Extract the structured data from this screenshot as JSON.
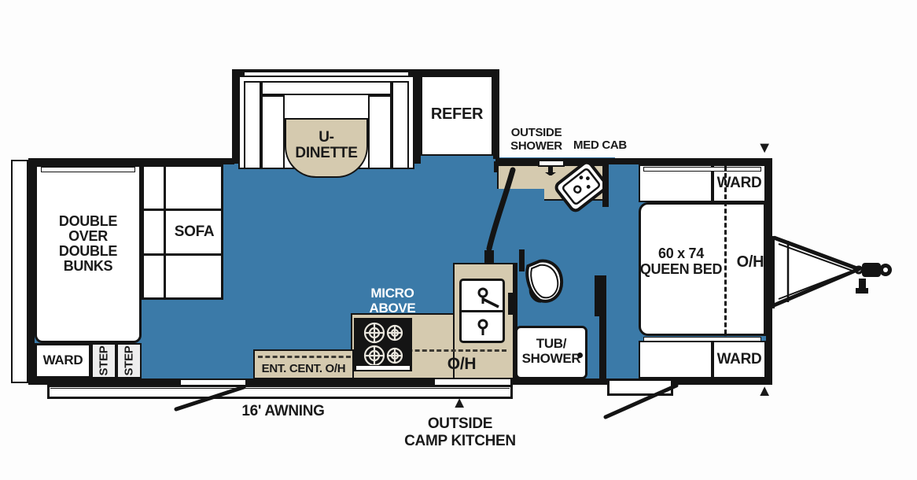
{
  "diagram": {
    "type": "rv-travel-trailer-floorplan",
    "orientation": "front-right (hitch at right), rear-left",
    "colors": {
      "living_area_blue": "#3b7aa8",
      "cabinet_tan": "#d5caaf",
      "furniture_white": "#ffffff",
      "wall_black": "#141414",
      "micro_label_white": "#ffffff",
      "page_background": "#fdfdfd"
    }
  },
  "rooms": {
    "bunks": "DOUBLE\nOVER\nDOUBLE\nBUNKS",
    "sofa": "SOFA",
    "dinette": "U-\nDINETTE",
    "refer": "REFER",
    "ward_rear": "WARD",
    "step_1": "STEP",
    "step_2": "STEP",
    "ent_cent": "ENT. CENT. O/H",
    "galley_oh": "O/H",
    "micro_above": "MICRO\nABOVE",
    "tub_shower": "TUB/\nSHOWER",
    "outside_shower": "OUTSIDE\nSHOWER",
    "med_cab": "MED CAB",
    "queen_bed": "60 x 74\nQUEEN BED",
    "bedroom_oh": "O/H",
    "ward_front_top": "WARD",
    "ward_front_bottom": "WARD"
  },
  "callouts": {
    "awning": "16' AWNING",
    "camp_kitchen": "OUTSIDE\nCAMP KITCHEN"
  },
  "markers": {
    "vent_top_right": "▼",
    "vent_bottom_right": "▲",
    "camp_kitchen_arrow": "▲"
  },
  "fixtures": {
    "toilet": "toilet-fixture",
    "sink_double": "double-basin-sink",
    "cooktop": "3-burner-cooktop",
    "med_cab_sink": "angled-corner-sink",
    "hitch": "a-frame-hitch",
    "entry_door_rear": "entry-door",
    "entry_door_front": "entry-door",
    "bath_door": "swing-door"
  }
}
